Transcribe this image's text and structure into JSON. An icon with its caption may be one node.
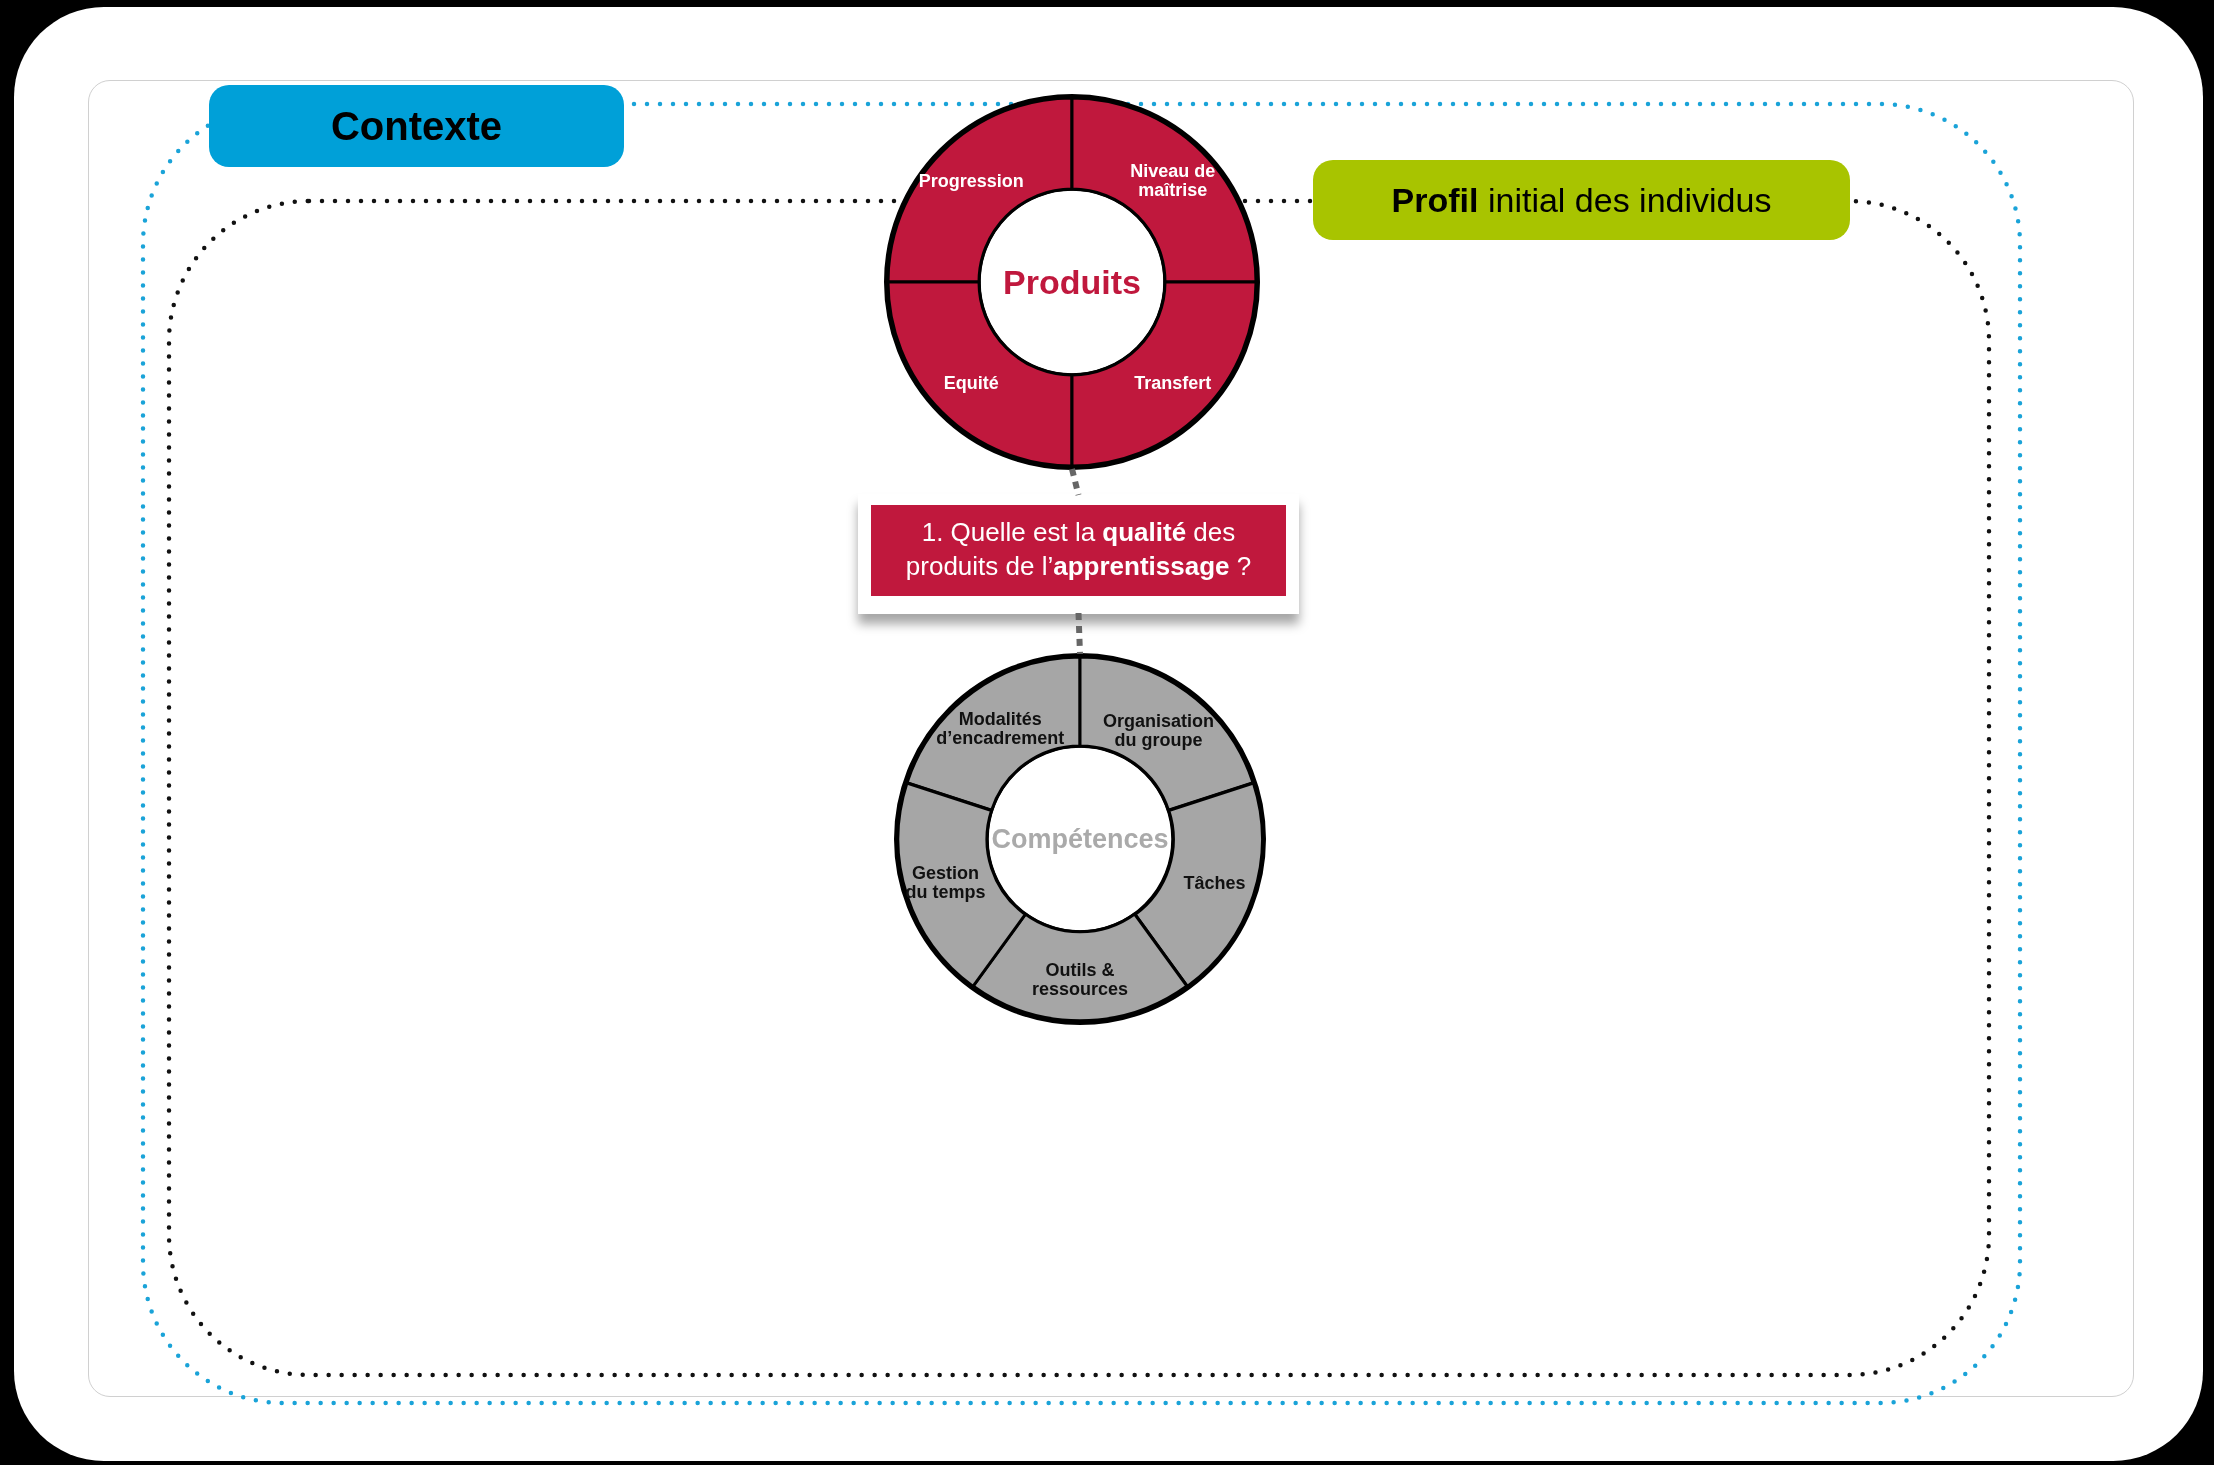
{
  "diagram": {
    "nodes": [
      {
        "text": [
          "Contexte"
        ]
      },
      {
        "text": [
          "**Profil** initial des individus"
        ],
        "in": 0
      },
      {
        "text": [
          "Produits"
        ],
        "in": 0
      },
      {
        "text": [
          "Progression"
        ],
        "in": 2
      },
      {
        "text": [
          "Niveau de maîtrise"
        ],
        "in": 2
      },
      {
        "text": [
          "Equité"
        ]
      },
      {
        "text": [
          "Transfert"
        ]
      },
      {
        "text": [
          "1. Quelle est la **qualité** des produits de l’**apprentissage** ?"
        ],
        "in": 1
      },
      {
        "text": [
          "Compétences"
        ],
        "in": 1
      },
      {
        "text": [
          "Modalités d’encadrement"
        ],
        "in": 8
      },
      {
        "text": [
          "Organisation du groupe"
        ],
        "in": 8
      },
      {
        "text": [
          "Tâches"
        ],
        "in": 8
      },
      {
        "text": [
          "Outils & ressources"
        ],
        "in": 8
      },
      {
        "text": [
          "Gestion du temps"
        ],
        "in": 8
      }
    ],
    "edges": [
      {
        "from": 2,
        "to": 7,
        "arrow": "none",
        "style": "dashed"
      },
      {
        "from": 7,
        "to": 8,
        "arrow": "none",
        "style": "dashed"
      }
    ]
  }
}
